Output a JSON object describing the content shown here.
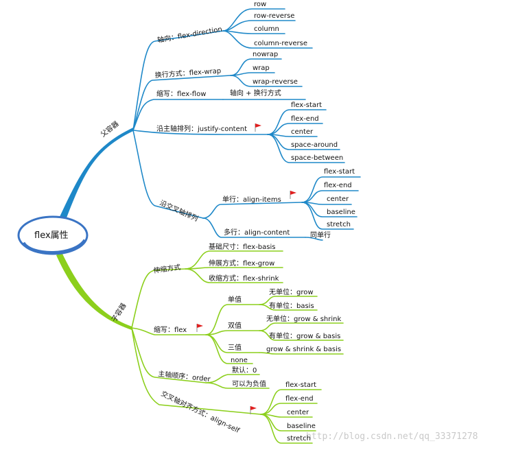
{
  "root": {
    "label": "flex属性"
  },
  "colors": {
    "parent_branch": "#1e88c8",
    "child_branch": "#8ccf1c",
    "flag": "#e02020",
    "root_ring": "#3a74c4"
  },
  "parent": {
    "label": "父容器",
    "direction": {
      "label": "轴向：flex-direction",
      "items": [
        "row",
        "row-reverse",
        "column",
        "column-reverse"
      ]
    },
    "wrap": {
      "label": "换行方式：flex-wrap",
      "items": [
        "nowrap",
        "wrap",
        "wrap-reverse"
      ]
    },
    "flow": {
      "label": "缩写：flex-flow",
      "value": "轴向 + 换行方式"
    },
    "justify": {
      "label": "沿主轴排列：justify-content",
      "items": [
        "flex-start",
        "flex-end",
        "center",
        "space-around",
        "space-between"
      ]
    },
    "cross": {
      "label": "沿交叉轴排列",
      "single": {
        "label": "单行：align-items",
        "items": [
          "flex-start",
          "flex-end",
          "center",
          "baseline",
          "stretch"
        ]
      },
      "multi": {
        "label": "多行：align-content",
        "value": "同单行"
      }
    }
  },
  "child": {
    "label": "子容器",
    "scale": {
      "label": "伸缩方式",
      "items": [
        "基础尺寸：flex-basis",
        "伸展方式：flex-grow",
        "收缩方式：flex-shrink"
      ]
    },
    "flex": {
      "label": "缩写：flex",
      "single": {
        "label": "单值",
        "items": [
          "无单位：grow",
          "有单位：basis"
        ]
      },
      "double": {
        "label": "双值",
        "items": [
          "无单位：grow & shrink",
          "有单位：grow & basis"
        ]
      },
      "triple": {
        "label": "三值",
        "value": "grow & shrink & basis"
      },
      "none": "none"
    },
    "order": {
      "label": "主轴顺序：order",
      "items": [
        "默认：0",
        "可以为负值"
      ]
    },
    "self": {
      "label": "交叉轴对齐方式：align-self",
      "items": [
        "flex-start",
        "flex-end",
        "center",
        "baseline",
        "stretch"
      ]
    }
  },
  "watermark": "http://blog.csdn.net/qq_33371278"
}
